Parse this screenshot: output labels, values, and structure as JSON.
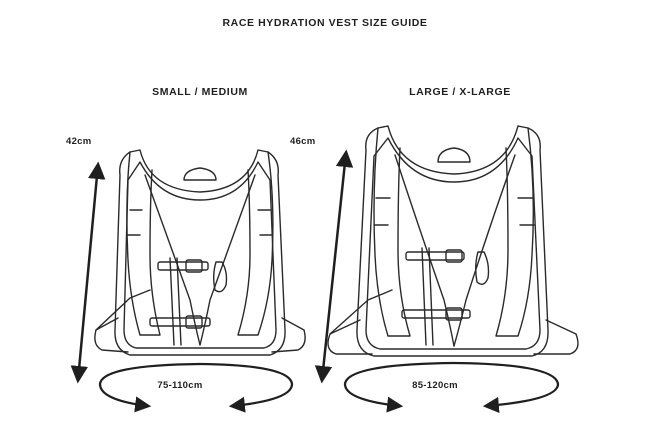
{
  "title": "RACE HYDRATION VEST SIZE GUIDE",
  "sizes": [
    {
      "label": "SMALL / MEDIUM",
      "height": "42cm",
      "chest": "75-110cm"
    },
    {
      "label": "LARGE / X-LARGE",
      "height": "46cm",
      "chest": "85-120cm"
    }
  ],
  "colors": {
    "line": "#1f1f1f",
    "background": "#ffffff"
  }
}
